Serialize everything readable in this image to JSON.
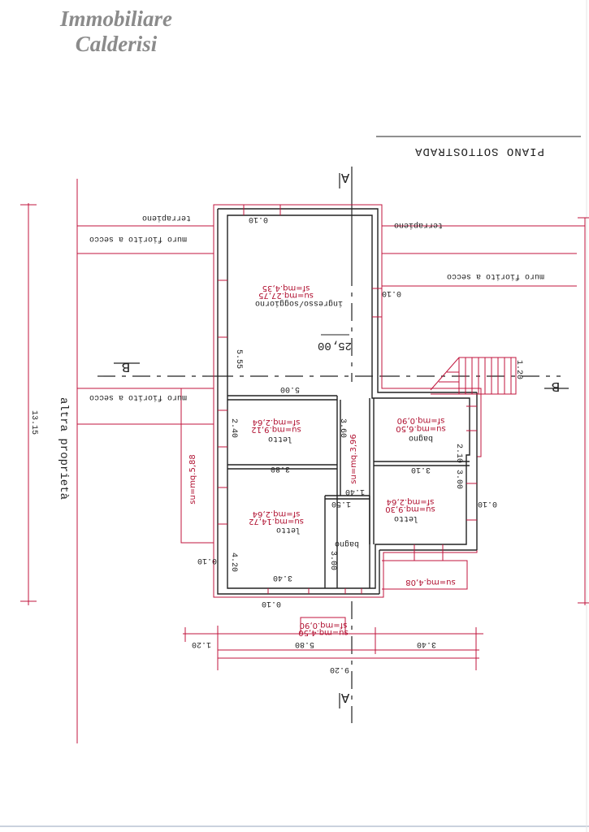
{
  "header": {
    "brand_line1": "Immobiliare",
    "brand_line2": "Calderisi"
  },
  "plan": {
    "title": "PIANO SOTTOSTRADA",
    "section_labels": {
      "a_top": "A",
      "a_bottom": "A",
      "b_left": "B",
      "b_right": "B"
    },
    "boundary_labels": {
      "terrapieno_left": "terrapieno",
      "terrapieno_right": "terrapieno",
      "muro_top_left": "muro fiorito a secco",
      "muro_top_right": "muro fiorito a secco",
      "muro_mid_left": "muro fiorito a secco",
      "altra_proprieta": "altra proprietà"
    },
    "rooms": {
      "ingresso": {
        "name": "ingresso/soggiorno",
        "su": "su=mq.27,75",
        "sf": "sf=mq.4,35",
        "level": "25,00"
      },
      "letto_1": {
        "name": "letto",
        "su": "su=mq.9,12",
        "sf": "sf=mq.2,64"
      },
      "letto_2": {
        "name": "letto",
        "su": "su=mq.14,72",
        "sf": "sf=mq.2,64"
      },
      "letto_3": {
        "name": "letto",
        "su": "su=mq.9,30",
        "sf": "sf=mq.2,64"
      },
      "bagno_1": {
        "name": "bagno",
        "su": "su=mq.6,50",
        "sf": "sf=mq.0,90"
      },
      "bagno_2": {
        "name": "bagno"
      },
      "corridoio": {
        "su": "su=mq.3,96"
      },
      "portico": {
        "su": "su=mq.5,88"
      },
      "terrazzo": {
        "su": "su=mq.4,08"
      },
      "balcone": {
        "su": "su=mq.4,50",
        "sf": "sf=mq.0,90"
      }
    },
    "dimensions": {
      "d_0_10_top": "0.10",
      "d_0_10_right_top": "0.10",
      "d_5_55": "5.55",
      "d_5_00": "5.00",
      "d_1_20_right": "1.20",
      "d_2_40": "2.40",
      "d_3_60": "3.60",
      "d_3_80": "3.80",
      "d_2_10": "2.10",
      "d_3_10": "3.10",
      "d_3_00_right": "3.00",
      "d_0_10_right": "0.10",
      "d_1_40": "1.40",
      "d_1_50": "1.50",
      "d_3_00_bagno": "3.00",
      "d_4_20": "4.20",
      "d_0_10_left": "0.10",
      "d_3_40_room": "3.40",
      "d_0_10_bottom": "0.10",
      "d_1_20_bottom": "1.20",
      "d_5_80": "5.80",
      "d_3_40_bottom": "3.40",
      "d_9_20": "9.20",
      "d_13_15": "13.15"
    }
  }
}
